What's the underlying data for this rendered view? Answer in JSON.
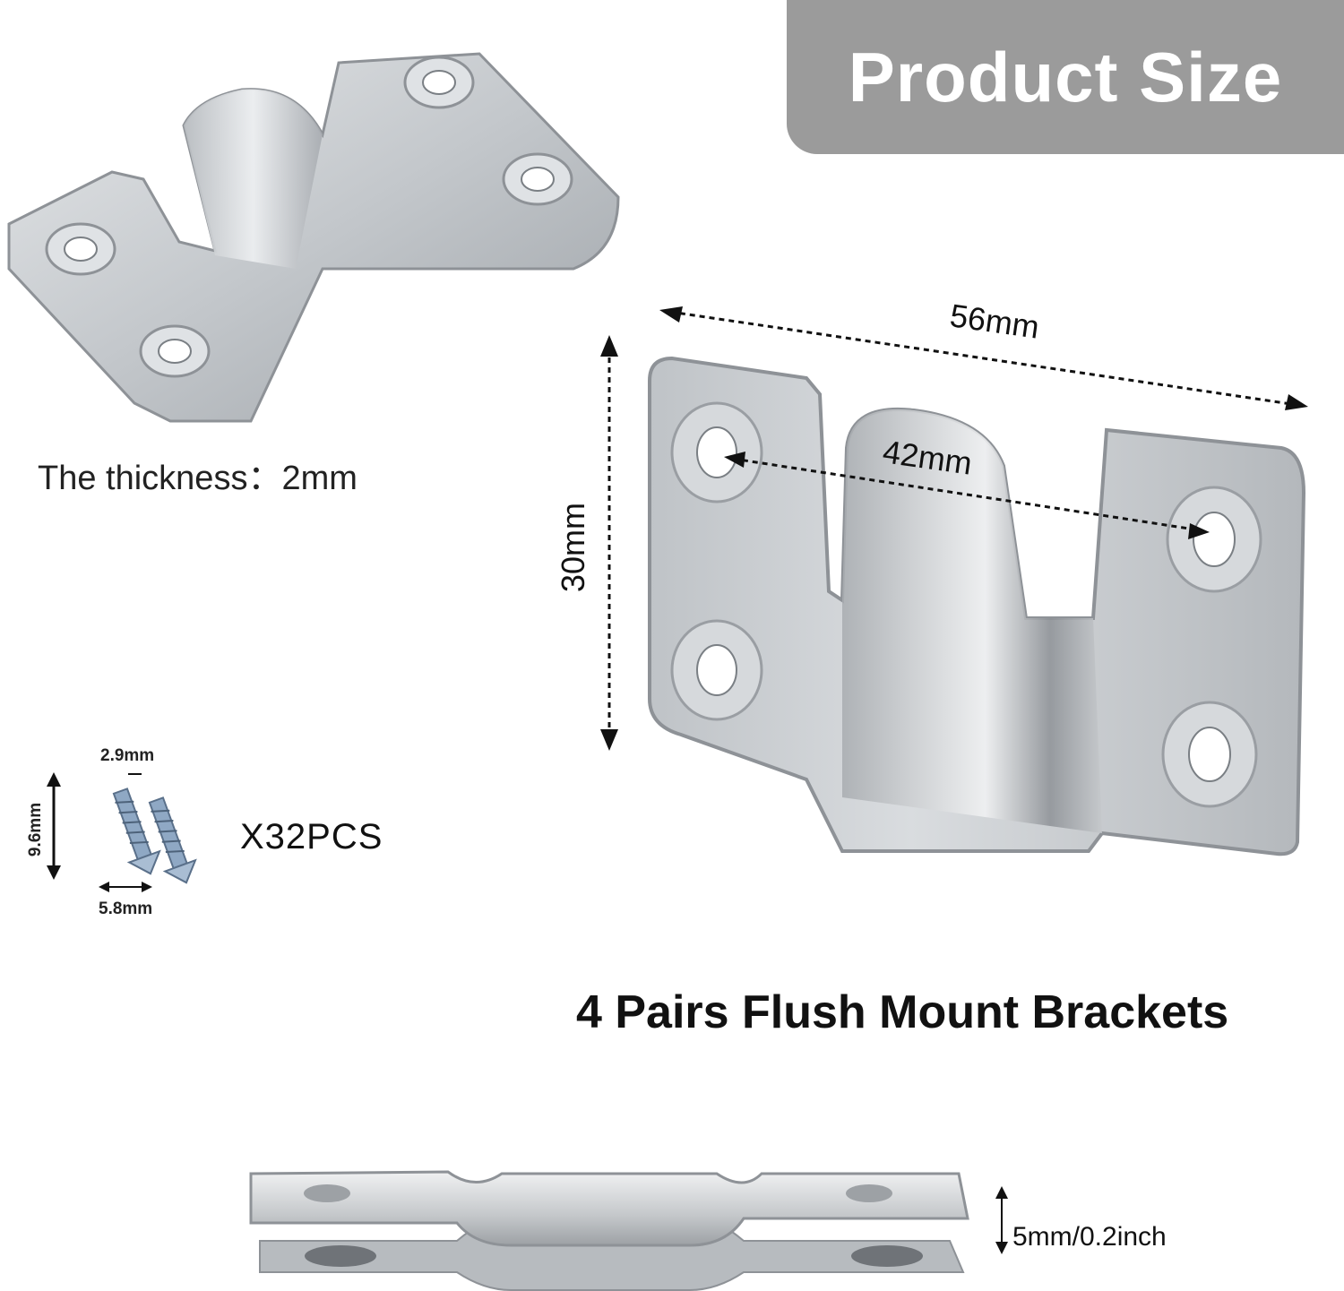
{
  "banner": {
    "title": "Product Size"
  },
  "thickness_label": "The thickness：2mm",
  "dimensions": {
    "width": "56mm",
    "hole_spacing": "42mm",
    "height": "30mm"
  },
  "screw": {
    "diameter": "2.9mm",
    "length": "9.6mm",
    "head": "5.8mm",
    "quantity": "X32PCS"
  },
  "headline": "4 Pairs Flush Mount Brackets",
  "profile_height": "5mm/0.2inch",
  "colors": {
    "banner": "#9b9b9b",
    "metal": "#c9ccd0",
    "metal_dark": "#8e9297"
  }
}
